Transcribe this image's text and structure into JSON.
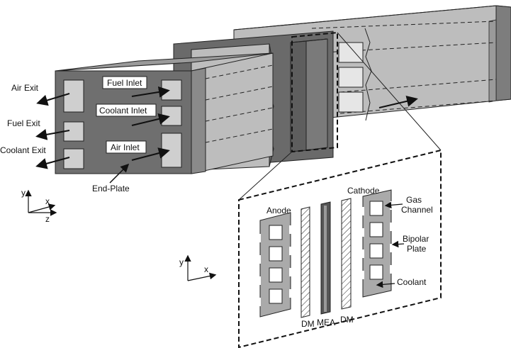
{
  "stack_labels": {
    "air_exit": "Air Exit",
    "fuel_exit": "Fuel Exit",
    "coolant_exit": "Coolant Exit",
    "fuel_inlet": "Fuel Inlet",
    "coolant_inlet": "Coolant Inlet",
    "air_inlet": "Air Inlet",
    "end_plate": "End-Plate"
  },
  "axes_3d": {
    "y": "y",
    "x": "x",
    "z": "z"
  },
  "detail_labels": {
    "anode": "Anode",
    "cathode": "Cathode",
    "gas_channel_line1": "Gas",
    "gas_channel_line2": "Channel",
    "bipolar_plate_line1": "Bipolar",
    "bipolar_plate_line2": "Plate",
    "coolant": "Coolant",
    "dm_left": "DM",
    "mea": "MEA",
    "dm_right": "DM"
  },
  "axes_2d": {
    "y": "y",
    "x": "x"
  },
  "colors": {
    "end_plate": "#6f6f6f",
    "body_light": "#bdbdbd",
    "body_mid": "#9a9a9a",
    "body_dark": "#5e5e5e",
    "line": "#222222"
  }
}
